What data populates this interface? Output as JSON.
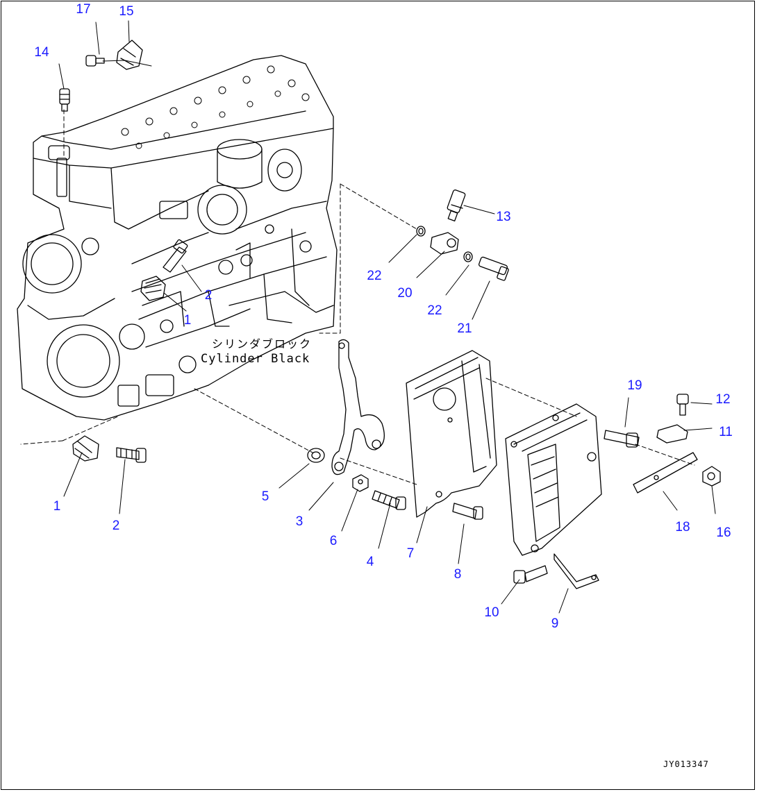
{
  "diagram": {
    "part_numbers": [
      "1",
      "2",
      "3",
      "4",
      "5",
      "6",
      "7",
      "8",
      "9",
      "10",
      "11",
      "12",
      "13",
      "14",
      "15",
      "16",
      "17",
      "18",
      "19",
      "20",
      "21",
      "22"
    ],
    "cylinder_block_label_jp": "シリンダブロック",
    "cylinder_block_label_en": "Cylinder Black",
    "drawing_id": "JY013347",
    "colors": {
      "callout": "#1a1aff",
      "line": "#000000",
      "background": "#ffffff"
    }
  }
}
